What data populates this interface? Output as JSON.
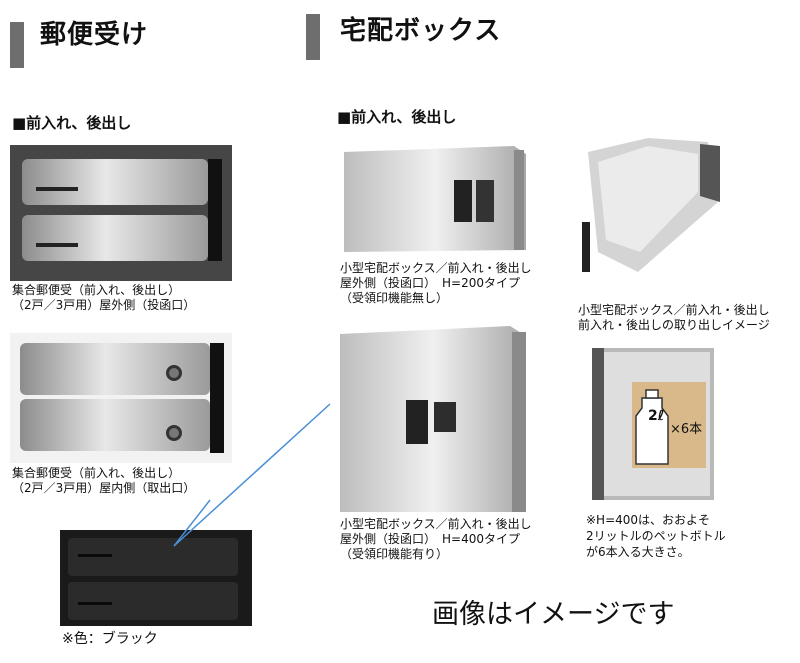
{
  "left_section": {
    "heading": "郵便受け",
    "subheading": "■前入れ、後出し",
    "captions": [
      "集合郵便受（前入れ、後出し）\n（2戸／3戸用）屋外側（投函口）",
      "集合郵便受（前入れ、後出し）\n（2戸／3戸用）屋内側（取出口）"
    ],
    "color_note": "※色：ブラック"
  },
  "right_section": {
    "heading": "宅配ボックス",
    "subheading": "■前入れ、後出し",
    "captions": [
      "小型宅配ボックス／前入れ・後出し\n屋外側（投函口）　H=200タイプ\n（受領印機能無し）",
      "小型宅配ボックス／前入れ・後出し\n屋外側（投函口）　H=400タイプ\n（受領印機能有り）",
      "小型宅配ボックス／前入れ・後出し\n前入れ・後出しの取り出しイメージ",
      "※H=400は、おおよそ\n2リットルのペットボトル\nが6本入る大きさ。"
    ],
    "bottle_label": "2ℓ",
    "bottle_count": "×6本"
  },
  "image_note": "画像はイメージです",
  "colors": {
    "header_bar": "#6e6e6e",
    "stainless": "#c8c8c8",
    "black_unit": "#1a1a1a",
    "cardboard": "#d9b98a",
    "connector_line": "#4a8fd6"
  }
}
